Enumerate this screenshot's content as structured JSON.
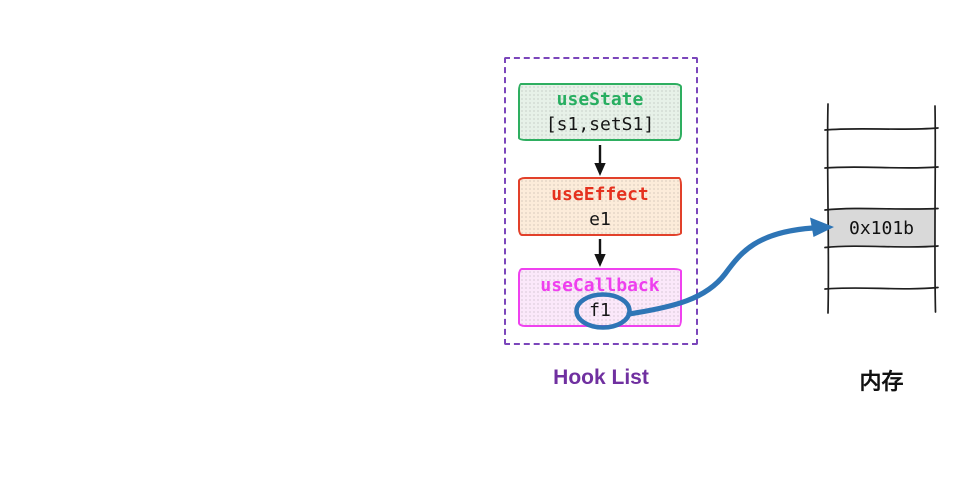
{
  "hook_list": {
    "label": "Hook List",
    "boxes": [
      {
        "title": "useState",
        "value": "[s1,setS1]"
      },
      {
        "title": "useEffect",
        "value": "e1"
      },
      {
        "title": "useCallback",
        "value": "f1"
      }
    ]
  },
  "memory": {
    "label": "内存",
    "highlighted_cell": "0x101b"
  },
  "colors": {
    "usestate_green": "#27ae60",
    "usestate_bg": "#e7f1e8",
    "useeffect_red": "#e5311e",
    "useeffect_bg": "#fcecda",
    "usecallback_magenta": "#ee3fee",
    "usecallback_bg": "#fbe8fa",
    "container_dash_purple": "#7b46bb",
    "hook_list_label_purple": "#7030a0",
    "pointer_blue": "#2e75b6",
    "memory_cell_gray": "#d9d9d9",
    "line_black": "#1a1a1a"
  }
}
